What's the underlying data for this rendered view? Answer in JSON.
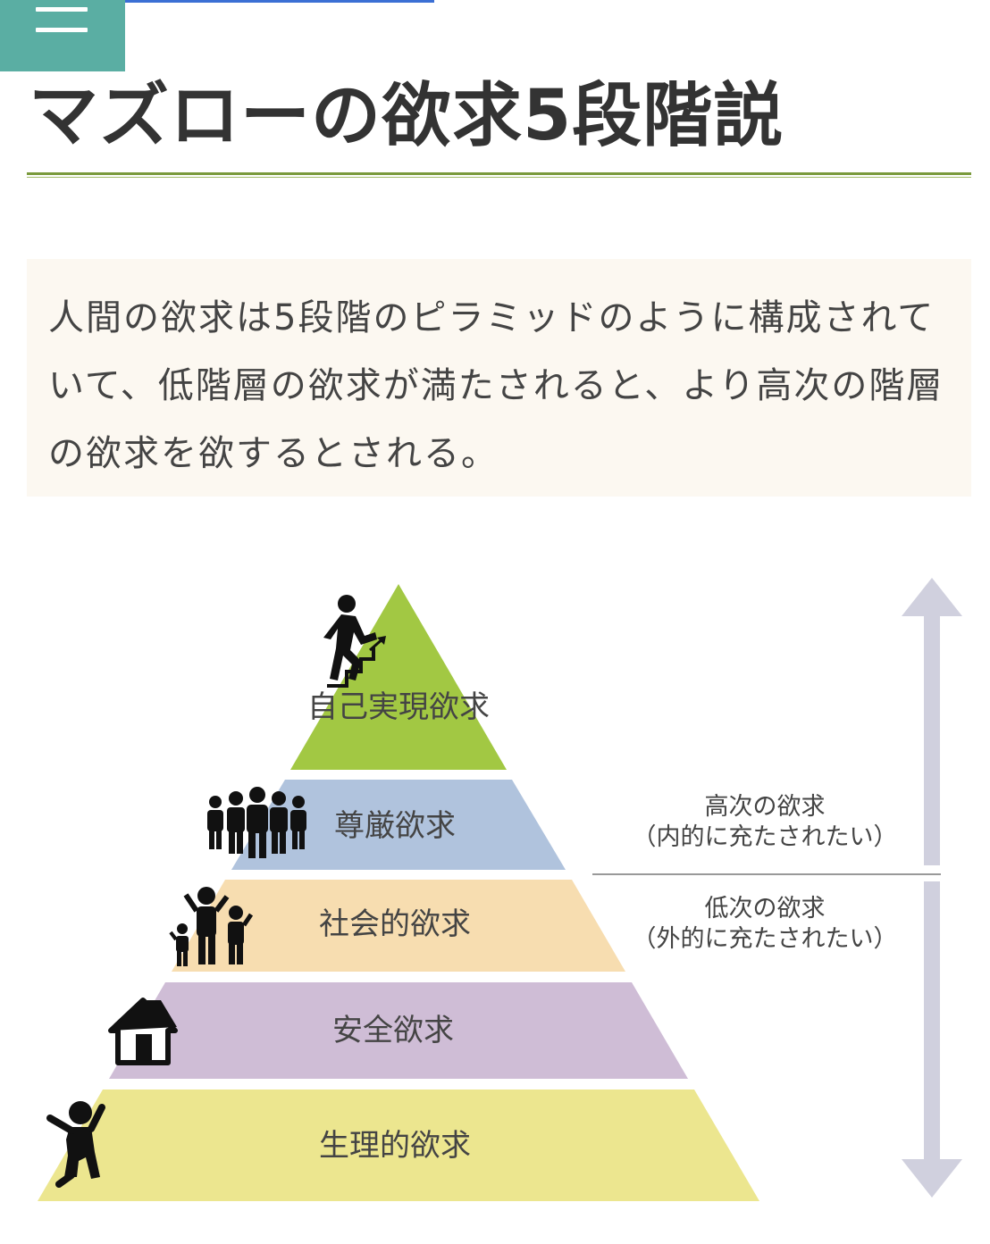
{
  "header": {
    "menu_icon": "hamburger-menu-icon",
    "accent_color": "#5aaea3"
  },
  "page_title": "マズローの欲求5段階説",
  "intro": {
    "text": "人間の欲求は5段階のピラミッドのように構成されていて、低階層の欲求が満たされると、より高次の階層の欲求を欲するとされる。"
  },
  "pyramid": {
    "levels": [
      {
        "label": "自己実現欲求",
        "color": "#a2c843",
        "icon": "climbing-stairs-person-icon"
      },
      {
        "label": "尊厳欲求",
        "color": "#b0c3dd",
        "icon": "group-of-people-icon"
      },
      {
        "label": "社会的欲求",
        "color": "#f7ddb0",
        "icon": "family-icon"
      },
      {
        "label": "安全欲求",
        "color": "#cfbdd6",
        "icon": "house-icon"
      },
      {
        "label": "生理的欲求",
        "color": "#ece68f",
        "icon": "jumping-person-icon"
      }
    ],
    "higher_needs": {
      "line1": "高次の欲求",
      "line2": "（内的に充たされたい）"
    },
    "lower_needs": {
      "line1": "低次の欲求",
      "line2": "（外的に充たされたい）"
    },
    "arrow_color": "#d0d0de"
  }
}
